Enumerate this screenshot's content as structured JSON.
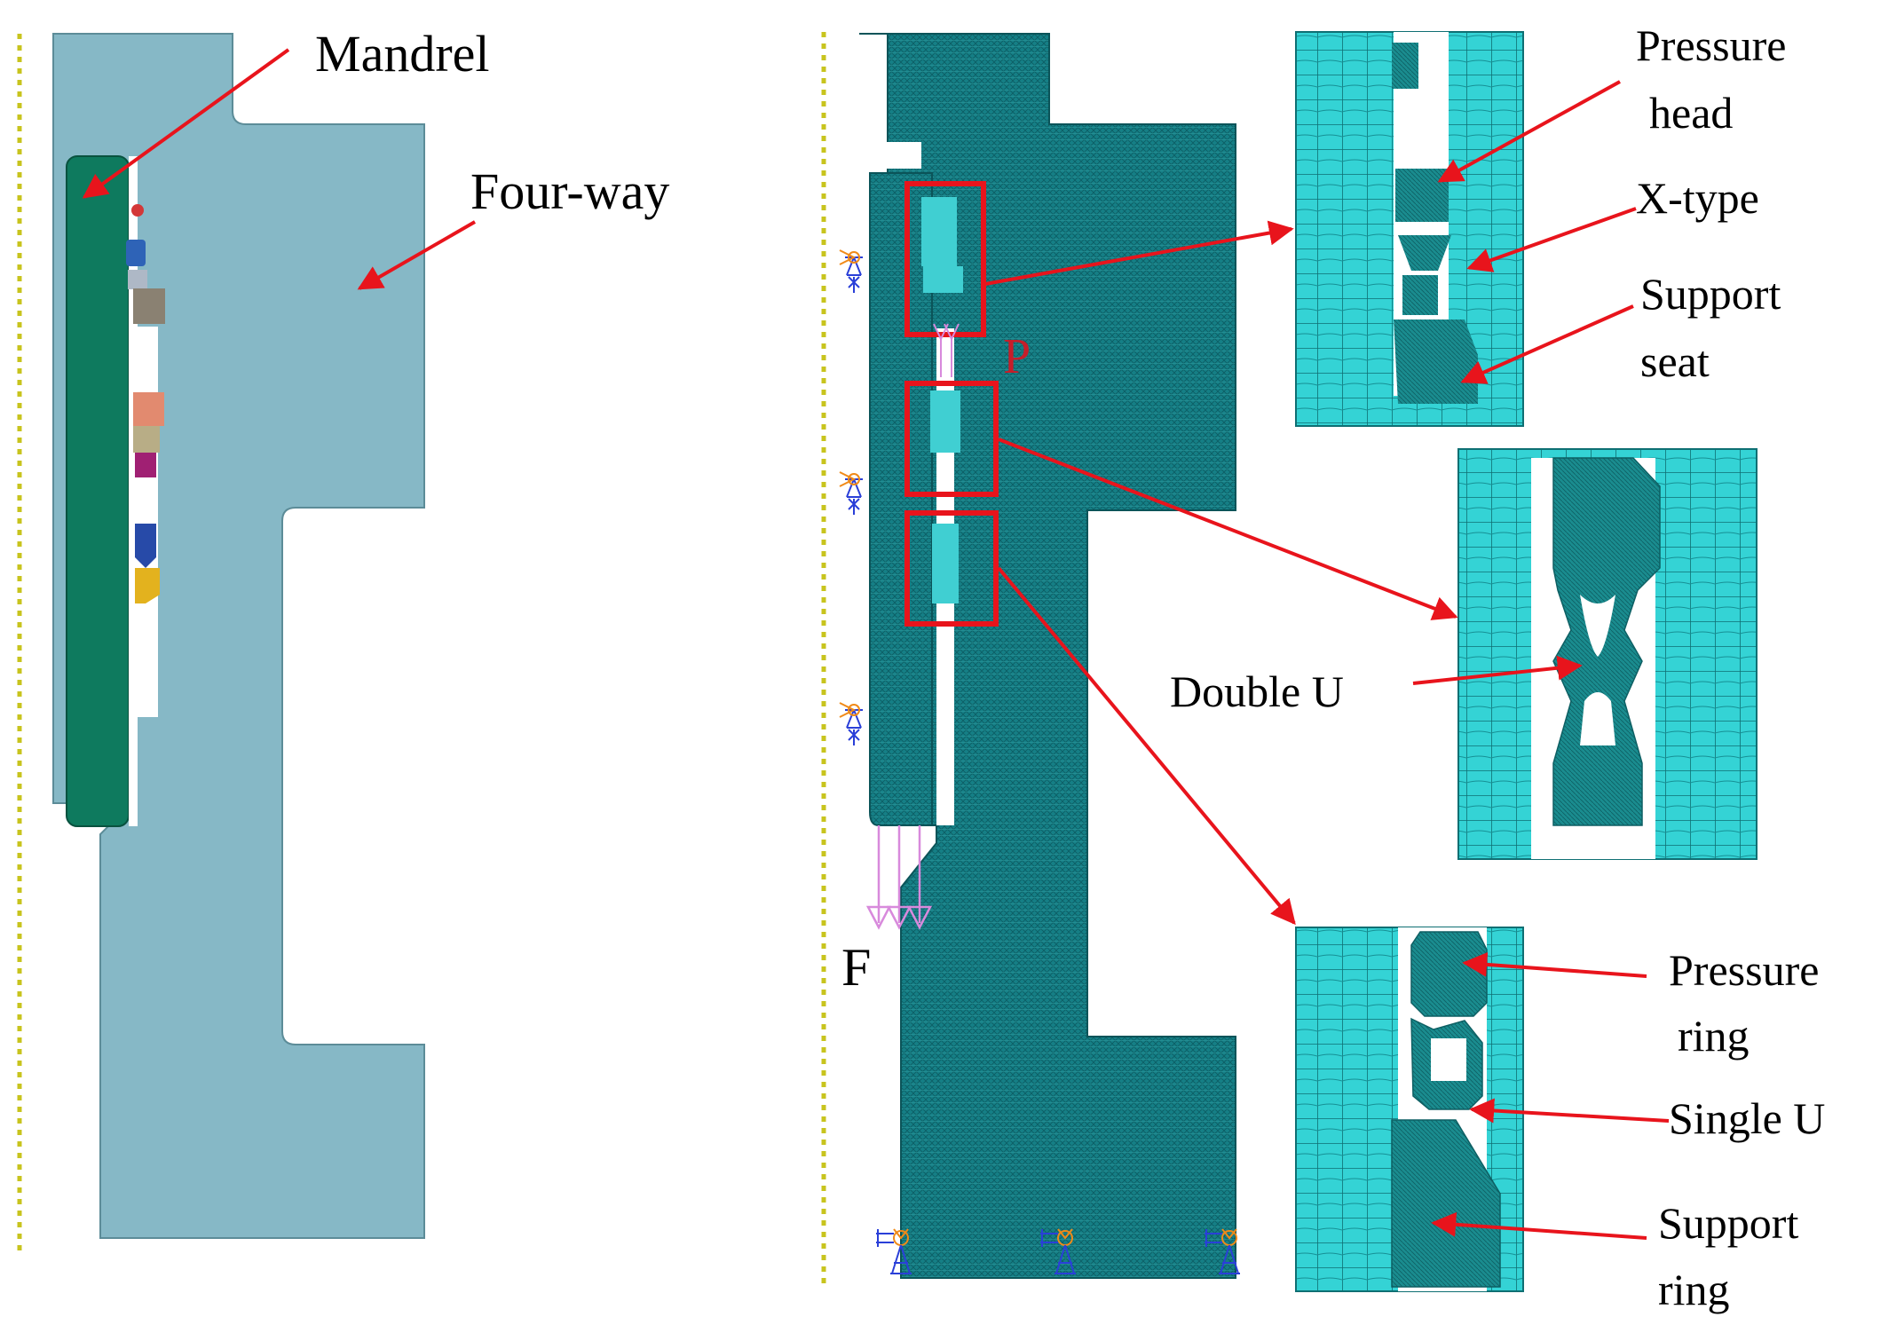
{
  "figure": {
    "left_panel": {
      "labels": {
        "mandrel": "Mandrel",
        "four_way": "Four-way"
      }
    },
    "right_panel": {
      "load_labels": {
        "pressure": "P",
        "force": "F"
      },
      "detail_upper": {
        "pressure_head_line1": "Pressure",
        "pressure_head_line2": "head",
        "x_type": "X-type",
        "support_seat_line1": "Support",
        "support_seat_line2": "seat"
      },
      "detail_middle": {
        "double_u": "Double U"
      },
      "detail_lower": {
        "pressure_ring_line1": "Pressure",
        "pressure_ring_line2": "ring",
        "single_u": "Single U",
        "support_ring_line1": "Support",
        "support_ring_line2": "ring"
      }
    },
    "colors": {
      "four_way_body": "#86b8c6",
      "mandrel": "#0e7a5e",
      "mesh": "#107e86",
      "mesh_detail": "#2fd0d3",
      "annotation_red": "#e8141c",
      "axis_line": "#c8c41e",
      "constraint_blue": "#2a3fd8",
      "constraint_orange": "#f08a18",
      "force_pink": "#d88adc"
    }
  }
}
